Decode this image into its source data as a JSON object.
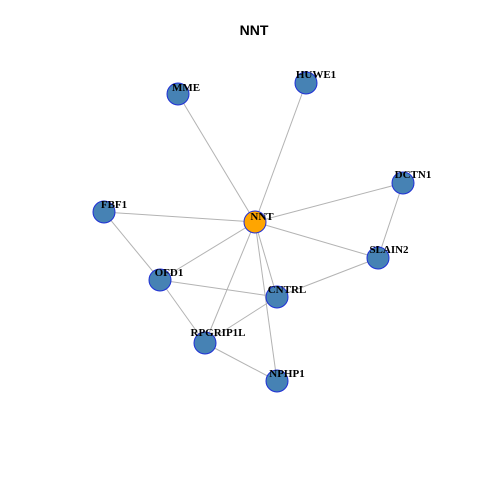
{
  "title": "NNT",
  "colors": {
    "center_node": "#FFA500",
    "neighbor_node": "#4682B4",
    "node_border": "#1F2FD6",
    "edge": "#B3B3B3"
  },
  "nodes": {
    "nnt": "NNT",
    "mme": "MME",
    "huwe1": "HUWE1",
    "dctn1": "DCTN1",
    "fbf1": "FBF1",
    "slain2": "SLAIN2",
    "ofd1": "OFD1",
    "cntrl": "CNTRL",
    "rpgrip1l": "RPGRIP1L",
    "nphp1": "NPHP1"
  }
}
